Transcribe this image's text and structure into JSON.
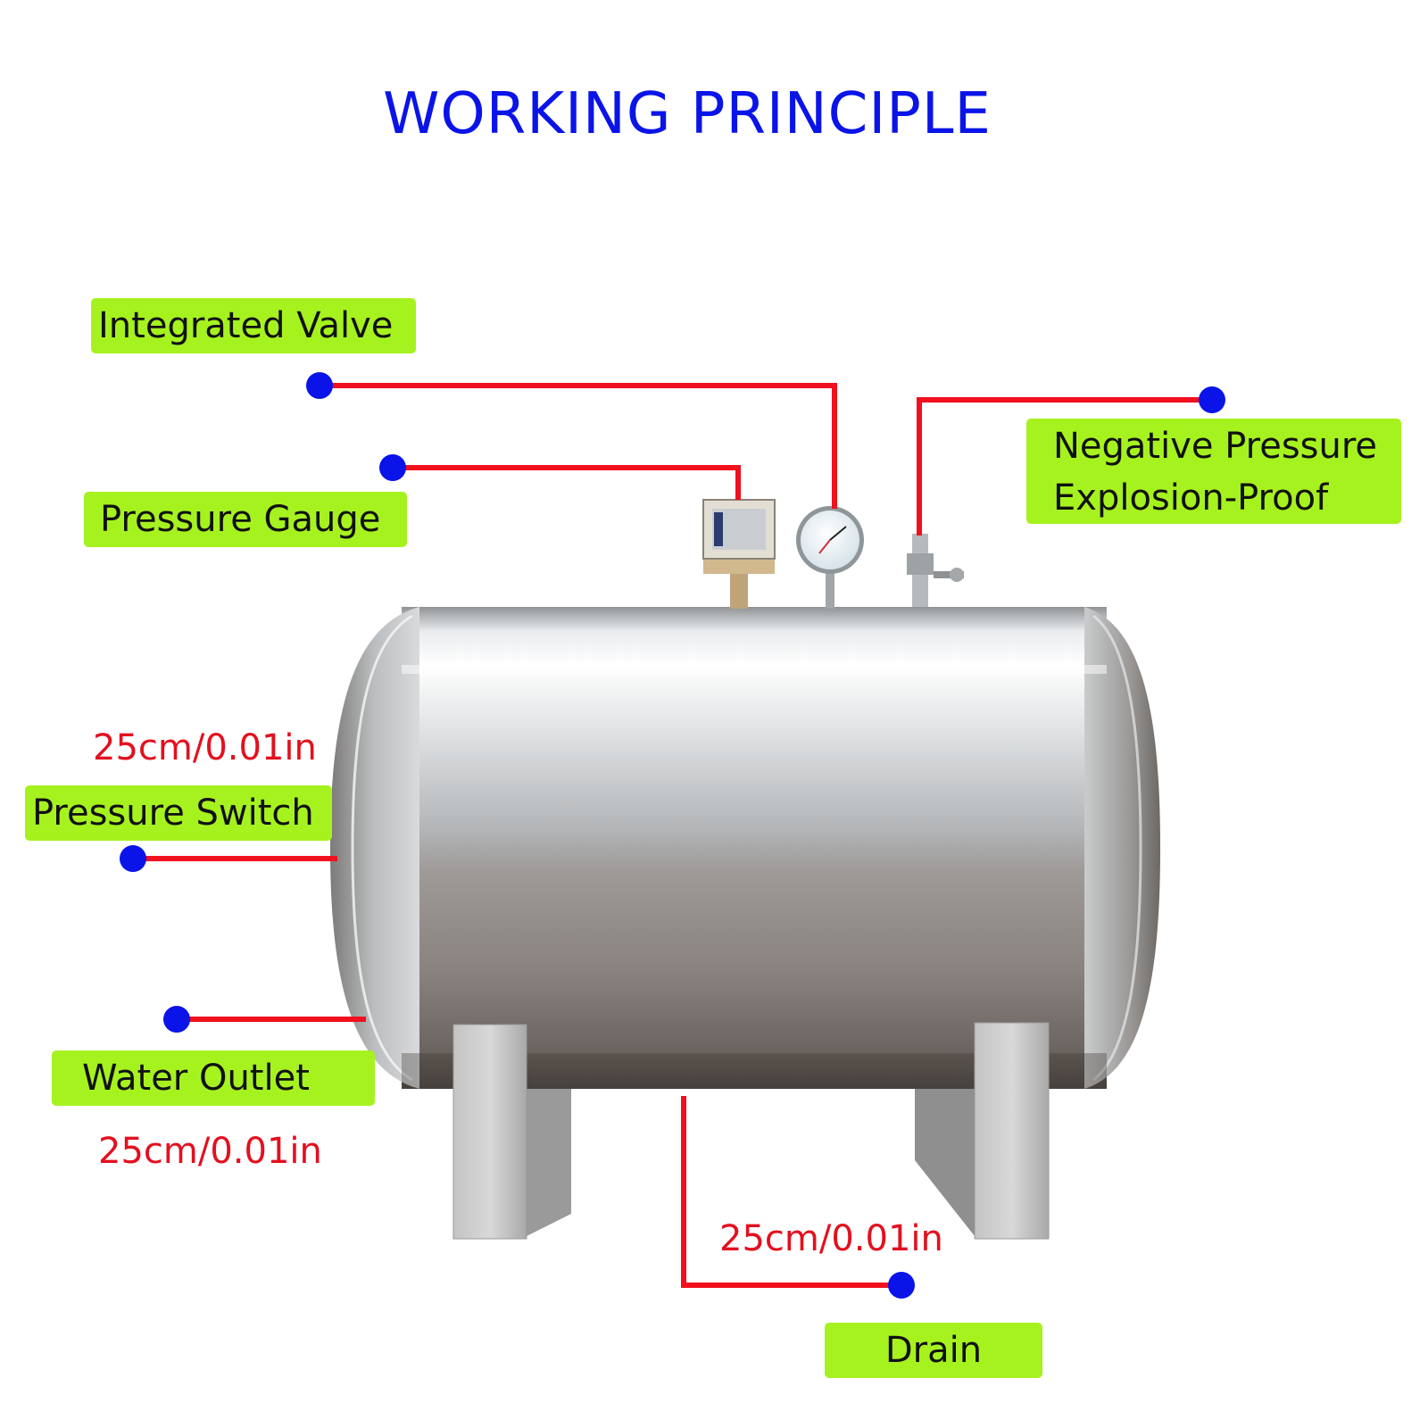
{
  "title": "WORKING PRINCIPLE",
  "labels": {
    "integrated_valve": "Integrated Valve",
    "pressure_gauge": "Pressure Gauge",
    "negative_pressure_line1": "Negative Pressure",
    "negative_pressure_line2": "Explosion-Proof",
    "pressure_switch": "Pressure Switch",
    "water_outlet": "Water Outlet",
    "drain": "Drain"
  },
  "dimensions": {
    "pressure_switch": "25cm/0.01in",
    "water_outlet": "25cm/0.01in",
    "drain": "25cm/0.01in"
  },
  "colors": {
    "title": "#0a14e8",
    "label_background": "#a6f21f",
    "leader_line": "#f0101e",
    "leader_dot": "#0a14e8",
    "dimension_text": "#e3101f"
  }
}
